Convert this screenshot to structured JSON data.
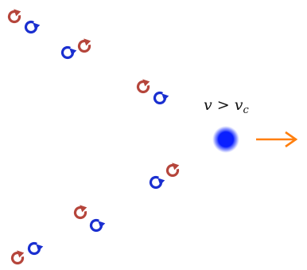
{
  "equation": {
    "v": "v",
    "op": " > ",
    "vc": "v",
    "sub": "c"
  },
  "colors": {
    "red_vortex": "#b5453b",
    "blue_vortex": "#1a2fd0",
    "particle": "#0a1fff",
    "arrow": "#ff7f0e"
  },
  "pairs": [
    {
      "red": "clockwise",
      "blue": "counterclockwise"
    },
    {
      "blue": "counterclockwise",
      "red": "clockwise"
    },
    {
      "red": "clockwise",
      "blue": "counterclockwise"
    },
    {
      "blue": "counterclockwise",
      "red": "clockwise"
    },
    {
      "red": "clockwise",
      "blue": "counterclockwise"
    },
    {
      "red": "clockwise",
      "blue": "counterclockwise"
    }
  ]
}
